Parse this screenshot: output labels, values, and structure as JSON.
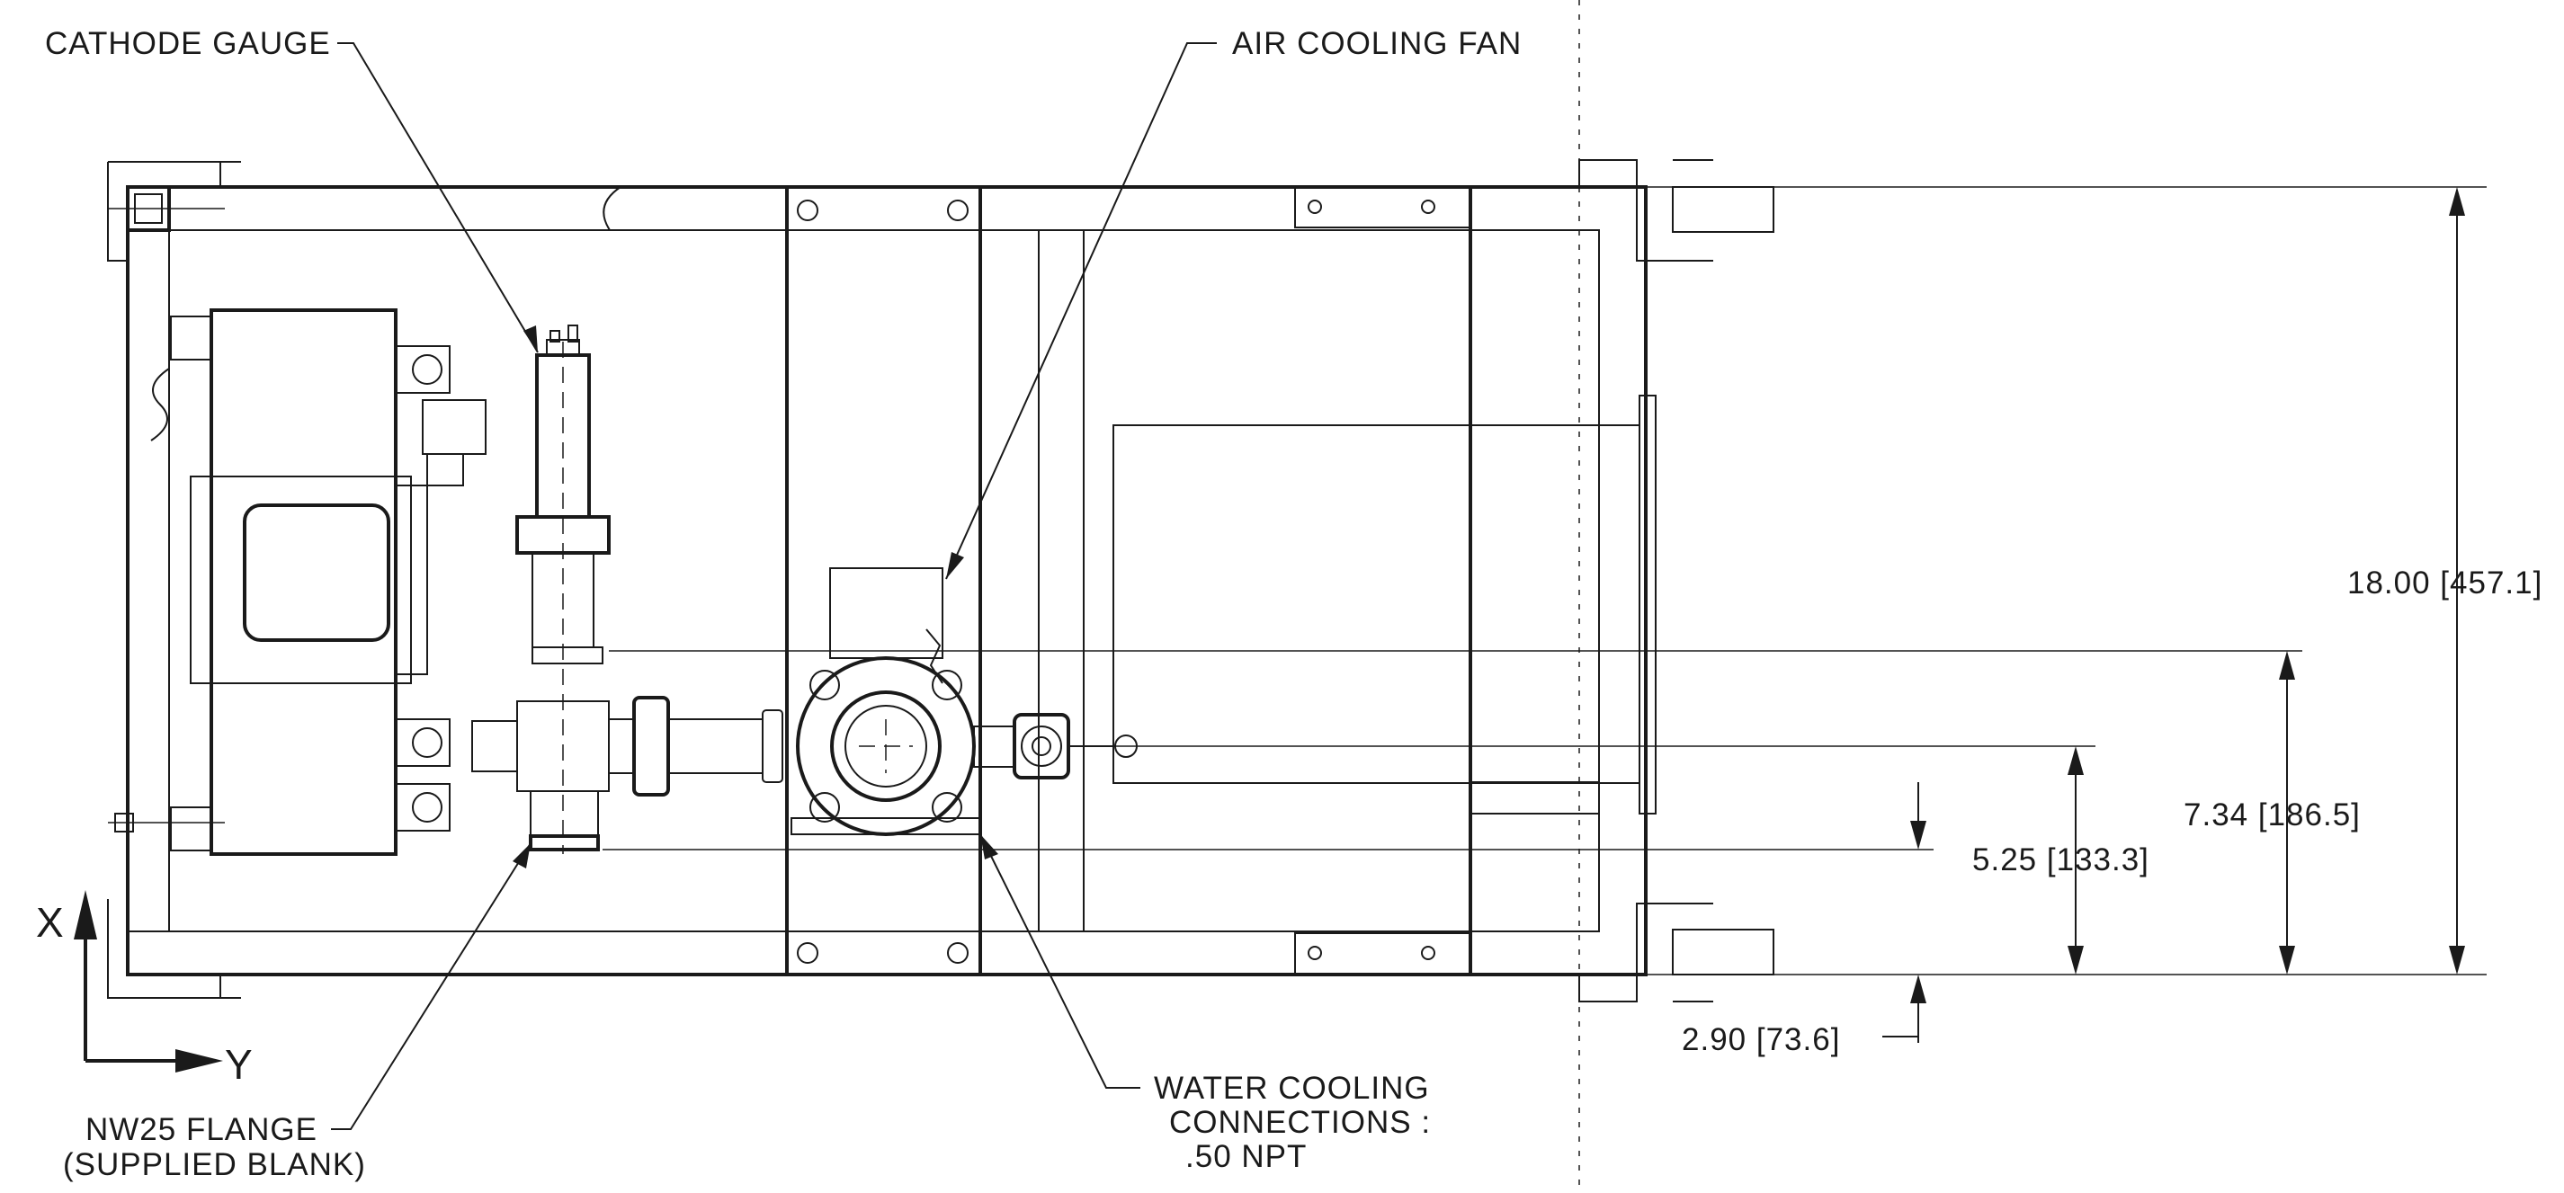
{
  "labels": {
    "cathode_gauge": "CATHODE GAUGE",
    "air_cooling_fan": "AIR COOLING FAN",
    "nw25_flange_line1": "NW25 FLANGE",
    "nw25_flange_line2": "(SUPPLIED BLANK)",
    "water_cooling_line1": "WATER COOLING",
    "water_cooling_line2": "CONNECTIONS :",
    "water_cooling_line3": ".50 NPT"
  },
  "dimensions": {
    "overall": "18.00 [457.1]",
    "fan_offset": "7.34 [186.5]",
    "port_offset": "5.25 [133.3]",
    "flange_offset": "2.90 [73.6]"
  },
  "axes": {
    "x_label": "X",
    "y_label": "Y"
  }
}
